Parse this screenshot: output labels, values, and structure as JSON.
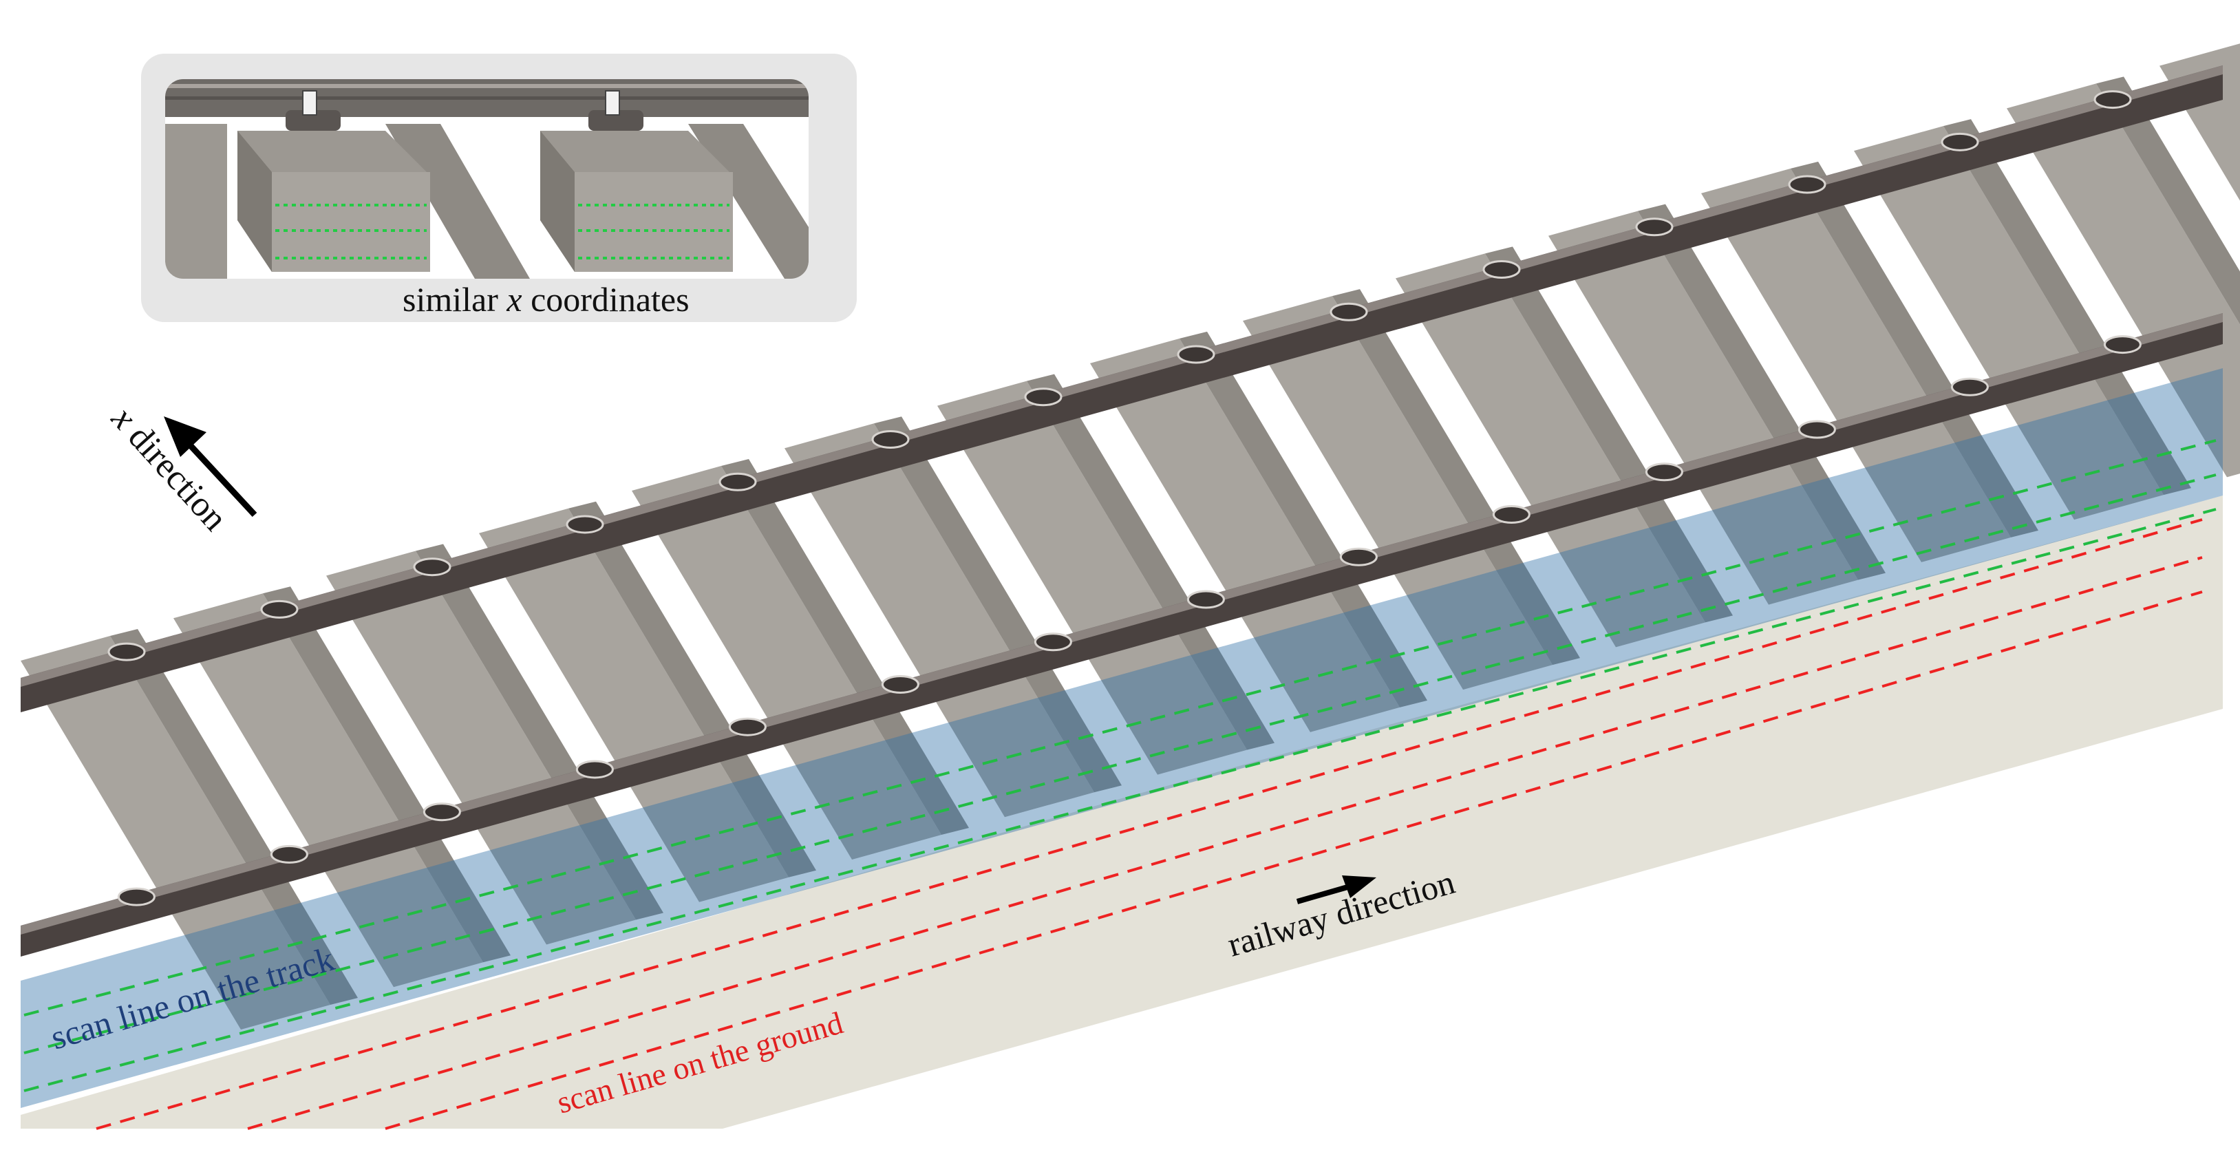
{
  "labels": {
    "inset_caption_pre": "similar ",
    "inset_caption_var": "x",
    "inset_caption_post": " coordinates",
    "x_direction_var": "x",
    "x_direction_word": " direction",
    "railway_direction": "railway direction",
    "scan_track": "scan line on the track",
    "scan_ground": "scan line on the ground"
  },
  "colors": {
    "sleeper_top": "#a8a49e",
    "sleeper_side": "#8e8a84",
    "sleeper_front": "#9c9892",
    "rail_dark": "#4a4240",
    "rail_light": "#8c8480",
    "ground": "#e4e2d8",
    "track_overlay": "#2f6fa8",
    "track_scan_line": "#22bb44",
    "ground_scan_line": "#ee2222",
    "track_label": "#1f3f7a",
    "ground_label": "#e02020",
    "arrow": "#000000",
    "inset_frame": "#e6e6e6"
  },
  "icons": {
    "x_direction_arrow": "arrow-up-left-icon",
    "railway_direction_arrow": "arrow-right-icon"
  }
}
